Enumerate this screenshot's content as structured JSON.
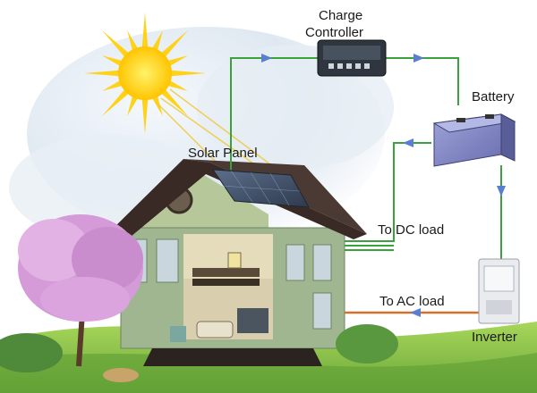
{
  "labels": {
    "charge_controller_line1": "Charge",
    "charge_controller_line2": "Controller",
    "battery": "Battery",
    "solar_panel": "Solar Panel",
    "dc_load": "To DC load",
    "ac_load": "To AC load",
    "inverter": "Inverter"
  },
  "colors": {
    "dc_wire": "#3aa23a",
    "ac_wire": "#d8702a",
    "flow_arrow": "#5b7fd0",
    "sun": "#ffd21a",
    "battery": "#8a8fc8",
    "house_wall": "#9fb690",
    "roof": "#3a2a25",
    "tree_blossom": "#d59ad8",
    "grass": "#8cc24a"
  }
}
